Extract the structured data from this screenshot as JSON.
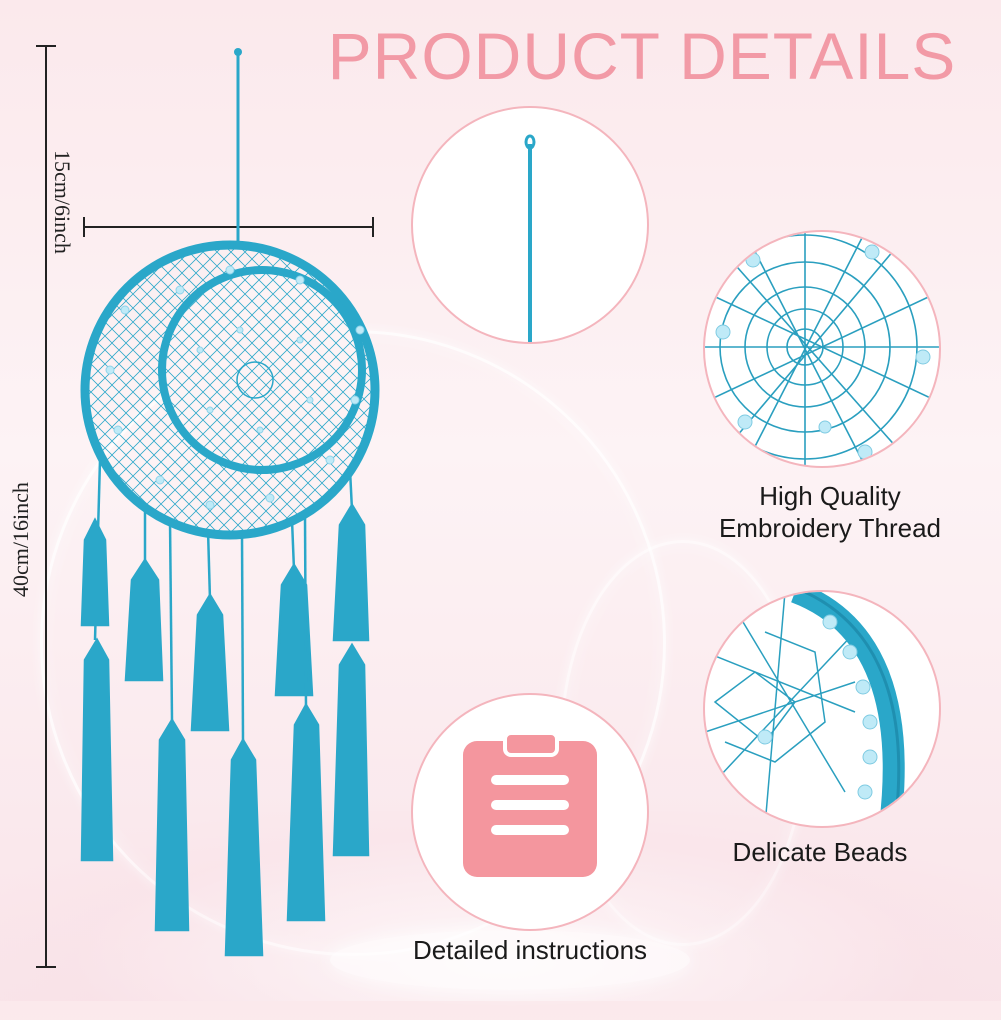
{
  "title": "PRODUCT DETAILS",
  "dimensions": {
    "width_label": "15cm/6inch",
    "height_label": "40cm/16inch"
  },
  "features": [
    {
      "caption": "High Quality Embroidery Thread",
      "caption_line1": "High Quality",
      "caption_line2": "Embroidery Thread",
      "icon": "thread-web-closeup"
    },
    {
      "caption": "Delicate Beads",
      "icon": "beads-closeup"
    },
    {
      "caption": "Detailed instructions",
      "icon": "clipboard-icon"
    }
  ],
  "colors": {
    "title": "#f29aa6",
    "thread": "#2aa7c9",
    "bead": "#bfeaf7",
    "clipboard": "#f4969e",
    "circle_border": "#f4b5bd"
  }
}
